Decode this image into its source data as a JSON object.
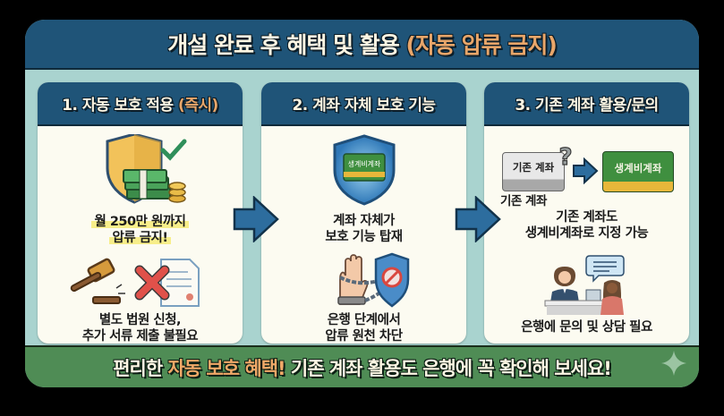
{
  "header": {
    "title_main": "개설 완료 후 혜택 및 활용 ",
    "title_highlight": "(자동 압류 금지)"
  },
  "panels": [
    {
      "title_main": "1. 자동 보호 적용 ",
      "title_highlight": "(즉시)",
      "text1_line1": "월 250만 원까지",
      "text1_line2": "압류 금지!",
      "text2_line1": "별도 법원 신청,",
      "text2_line2": "추가 서류 제출 불필요",
      "icons": [
        "shield-money-check-icon",
        "gavel-icon",
        "document-cancel-icon"
      ]
    },
    {
      "title_main": "2. 계좌 자체 보호 기능",
      "shield_card_label": "생계비계좌",
      "text1_line1": "계좌 자체가",
      "text1_line2": "보호 기능 탑재",
      "text2_line1": "은행 단계에서",
      "text2_line2": "압류 원천 차단",
      "icons": [
        "shield-card-icon",
        "chained-hand-block-icon"
      ]
    },
    {
      "title_main": "3. 기존 계좌 활용/문의",
      "existing_card_label": "기존 계좌",
      "existing_caption": "기존 계좌",
      "target_card_label": "생계비계좌",
      "text1_line1": "기존 계좌도",
      "text1_line2": "생계비계좌로 지정 가능",
      "text2": "은행에 문의 및 상담 필요",
      "icons": [
        "card-question-icon",
        "arrow-right-icon",
        "bank-counter-consult-icon"
      ]
    }
  ],
  "footer": {
    "text_pre": "편리한 ",
    "text_highlight": "자동 보호 혜택!",
    "text_post": " 기존 계좌 활용도 은행에 꼭 확인해 보세요!"
  },
  "colors": {
    "navy": "#1f5478",
    "teal_bg": "#a9d3cf",
    "cream": "#fcfbf1",
    "orange_highlight": "#e8a66a",
    "footer_green": "#4f8c55",
    "card_green": "#3f8f3f",
    "yellow_marker": "#f7ee8a"
  }
}
